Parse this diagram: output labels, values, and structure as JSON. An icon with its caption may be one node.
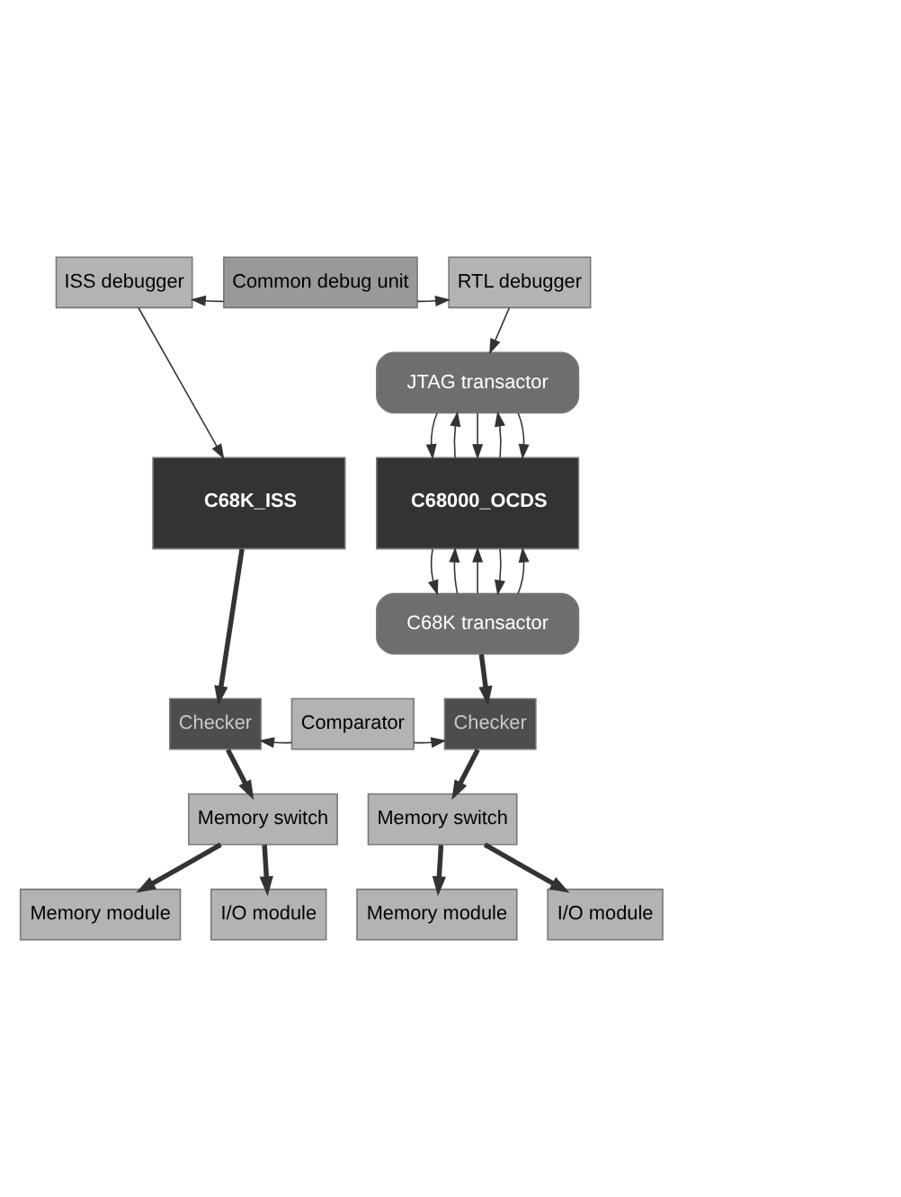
{
  "diagram": {
    "nodes": [
      {
        "text": [
          "ISS debugger"
        ]
      },
      {
        "text": [
          "Common debug unit"
        ]
      },
      {
        "text": [
          "RTL debugger"
        ]
      },
      {
        "text": [
          "JTAG transactor"
        ]
      },
      {
        "text": [
          "C68000_OCDS"
        ]
      },
      {
        "text": [
          "C68K_ISS"
        ]
      },
      {
        "text": [
          "C68K transactor"
        ]
      },
      {
        "text": [
          "Checker"
        ]
      },
      {
        "text": [
          "Comparator"
        ]
      },
      {
        "text": [
          "Checker"
        ]
      },
      {
        "text": [
          "Memory switch"
        ]
      },
      {
        "text": [
          "Memory switch"
        ]
      },
      {
        "text": [
          "Memory module"
        ]
      },
      {
        "text": [
          "I/O module"
        ]
      },
      {
        "text": [
          "Memory module"
        ]
      },
      {
        "text": [
          "I/O module"
        ]
      }
    ],
    "edges": [
      {
        "from": 1,
        "to": 0,
        "arrow": "to"
      },
      {
        "from": 1,
        "to": 2,
        "arrow": "to"
      },
      {
        "from": 2,
        "to": 3,
        "arrow": "to"
      },
      {
        "from": 0,
        "to": 5,
        "arrow": "to"
      },
      {
        "from": 3,
        "to": 4,
        "arrow": "to"
      },
      {
        "from": 4,
        "to": 3,
        "arrow": "to"
      },
      {
        "from": 3,
        "to": 4,
        "arrow": "to"
      },
      {
        "from": 4,
        "to": 3,
        "arrow": "to"
      },
      {
        "from": 3,
        "to": 4,
        "arrow": "to"
      },
      {
        "from": 6,
        "to": 4,
        "arrow": "to"
      },
      {
        "from": 4,
        "to": 6,
        "arrow": "to"
      },
      {
        "from": 6,
        "to": 4,
        "arrow": "to"
      },
      {
        "from": 4,
        "to": 6,
        "arrow": "to"
      },
      {
        "from": 6,
        "to": 4,
        "arrow": "to"
      },
      {
        "from": 5,
        "to": 7,
        "arrow": "to",
        "style": "thick"
      },
      {
        "from": 6,
        "to": 9,
        "arrow": "to",
        "style": "thick"
      },
      {
        "from": 8,
        "to": 7,
        "arrow": "to"
      },
      {
        "from": 8,
        "to": 9,
        "arrow": "to"
      },
      {
        "from": 7,
        "to": 10,
        "arrow": "to",
        "style": "thick"
      },
      {
        "from": 9,
        "to": 11,
        "arrow": "to",
        "style": "thick"
      },
      {
        "from": 10,
        "to": 12,
        "arrow": "to",
        "style": "thick"
      },
      {
        "from": 10,
        "to": 13,
        "arrow": "to",
        "style": "thick"
      },
      {
        "from": 11,
        "to": 14,
        "arrow": "to",
        "style": "thick"
      },
      {
        "from": 11,
        "to": 15,
        "arrow": "to",
        "style": "thick"
      }
    ]
  }
}
